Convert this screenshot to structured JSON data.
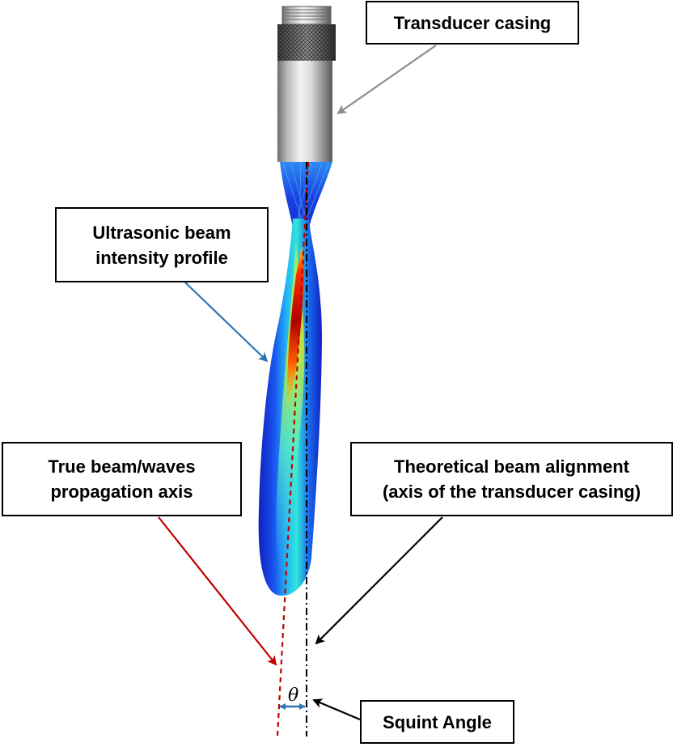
{
  "labels": {
    "transducer_casing": "Transducer casing",
    "beam_profile_line1": "Ultrasonic beam",
    "beam_profile_line2": "intensity profile",
    "true_axis_line1": "True beam/waves",
    "true_axis_line2": "propagation axis",
    "theoretical_line1": "Theoretical beam alignment",
    "theoretical_line2": "(axis of the transducer casing)",
    "squint_angle": "Squint Angle",
    "angle_symbol": "θ"
  },
  "colors": {
    "transducer_arrow": "#8c8c8c",
    "beam_arrow": "#2e75b6",
    "true_axis": "#c00000",
    "theoretical_axis": "#000000",
    "angle_arrow": "#2e75b6",
    "box_border": "#000000"
  },
  "icons": {
    "transducer": "transducer-casing-icon",
    "beam": "beam-intensity-heatmap"
  }
}
